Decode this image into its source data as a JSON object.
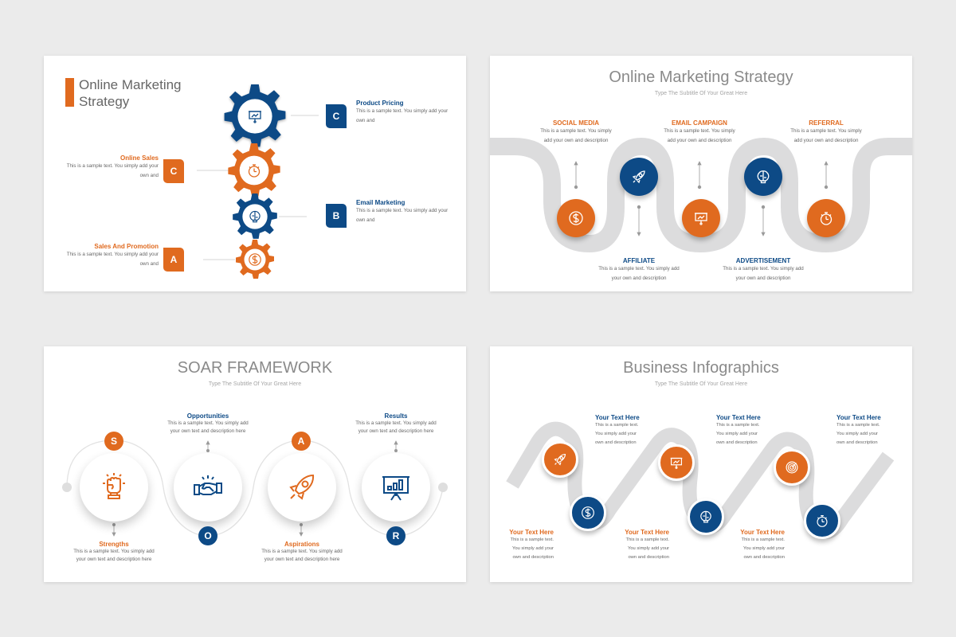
{
  "colors": {
    "orange": "#e06a1f",
    "blue": "#0d4a86",
    "road": "#dcdcdd",
    "title_gray": "#8a8a8a",
    "background": "#ebebeb"
  },
  "slide1": {
    "title_line1": "Online Marketing",
    "title_line2": "Strategy",
    "gears": [
      {
        "color": "blue",
        "icon": "presentation-chart-icon"
      },
      {
        "color": "orange",
        "icon": "stopwatch-icon"
      },
      {
        "color": "blue",
        "icon": "brain-bulb-icon"
      },
      {
        "color": "orange",
        "icon": "dollar-coin-icon"
      }
    ],
    "items": [
      {
        "badge": "C",
        "heading": "Product Pricing",
        "text": "This is a sample text. You simply add your own and",
        "side": "right",
        "color": "blue"
      },
      {
        "badge": "C",
        "heading": "Online Sales",
        "text": "This is a sample text. You simply add your own and",
        "side": "left",
        "color": "orange"
      },
      {
        "badge": "B",
        "heading": "Email Marketing",
        "text": "This is a sample text. You simply add your own and",
        "side": "right",
        "color": "blue"
      },
      {
        "badge": "A",
        "heading": "Sales And Promotion",
        "text": "This is a sample text. You simply add your own and",
        "side": "left",
        "color": "orange"
      }
    ]
  },
  "slide2": {
    "title": "Online Marketing Strategy",
    "subtitle": "Type The Subtitle Of Your Great Here",
    "top_items": [
      {
        "heading": "SOCIAL MEDIA",
        "text": "This is a sample text. You simply add your own and description"
      },
      {
        "heading": "EMAIL CAMPAIGN",
        "text": "This is a sample text. You simply add your own and description"
      },
      {
        "heading": "REFERRAL",
        "text": "This is a sample text. You simply add your own and description"
      }
    ],
    "bottom_items": [
      {
        "heading": "AFFILIATE",
        "text": "This is a sample text. You simply add your own and description"
      },
      {
        "heading": "ADVERTISEMENT",
        "text": "This is a sample text. You simply add your own and description"
      }
    ],
    "circles": [
      {
        "color": "orange",
        "icon": "dollar-coin-icon"
      },
      {
        "color": "blue",
        "icon": "rocket-icon"
      },
      {
        "color": "orange",
        "icon": "presentation-chart-icon"
      },
      {
        "color": "blue",
        "icon": "brain-bulb-icon"
      },
      {
        "color": "orange",
        "icon": "stopwatch-icon"
      }
    ]
  },
  "slide3": {
    "title": "SOAR FRAMEWORK",
    "subtitle": "Type The Subtitle Of Your Great Here",
    "items": [
      {
        "letter": "S",
        "heading": "Strengths",
        "text_line1": "This is a sample text. You simply add",
        "text_line2": "your own text and description here",
        "icon": "raised-fist-icon",
        "color": "orange"
      },
      {
        "letter": "O",
        "heading": "Opportunities",
        "text_line1": "This is a sample text. You simply add",
        "text_line2": "your own text and description here",
        "icon": "handshake-icon",
        "color": "blue"
      },
      {
        "letter": "A",
        "heading": "Aspirations",
        "text_line1": "This is a sample text. You simply add",
        "text_line2": "your own text and description here",
        "icon": "rocket-icon",
        "color": "orange"
      },
      {
        "letter": "R",
        "heading": "Results",
        "text_line1": "This is a sample text. You simply add",
        "text_line2": "your own text and description here",
        "icon": "bar-chart-board-icon",
        "color": "blue"
      }
    ]
  },
  "slide4": {
    "title": "Business Infographics",
    "subtitle": "Type The Subtitle Of Your Great Here",
    "top_items": [
      {
        "heading": "Your Text Here",
        "l1": "This is a sample text.",
        "l2": "You simply add your",
        "l3": "own and description"
      },
      {
        "heading": "Your Text Here",
        "l1": "This is a sample text.",
        "l2": "You simply add your",
        "l3": "own and description"
      },
      {
        "heading": "Your Text Here",
        "l1": "This is a sample text.",
        "l2": "You simply add your",
        "l3": "own and description"
      }
    ],
    "bottom_items": [
      {
        "heading": "Your Text Here",
        "l1": "This is a sample text.",
        "l2": "You simply add your",
        "l3": "own and description"
      },
      {
        "heading": "Your Text Here",
        "l1": "This is a sample text.",
        "l2": "You simply add your",
        "l3": "own and description"
      },
      {
        "heading": "Your Text Here",
        "l1": "This is a sample text.",
        "l2": "You simply add your",
        "l3": "own and description"
      }
    ],
    "circles": [
      {
        "color": "orange",
        "icon": "rocket-icon"
      },
      {
        "color": "blue",
        "icon": "dollar-coin-icon"
      },
      {
        "color": "orange",
        "icon": "presentation-chart-icon"
      },
      {
        "color": "blue",
        "icon": "brain-bulb-icon"
      },
      {
        "color": "orange",
        "icon": "target-icon"
      },
      {
        "color": "blue",
        "icon": "stopwatch-icon"
      }
    ]
  }
}
